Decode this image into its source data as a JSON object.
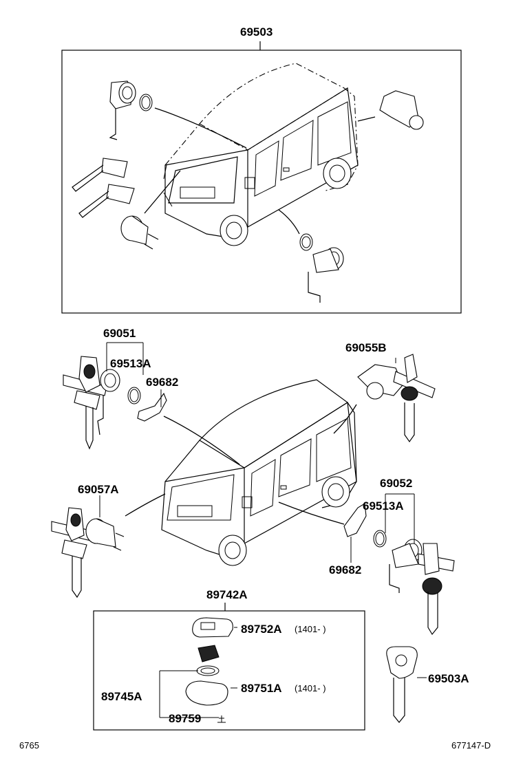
{
  "labels": {
    "p69503": "69503",
    "p69051": "69051",
    "p69513A_top": "69513A",
    "p69682_top": "69682",
    "p69055B": "69055B",
    "p69057A": "69057A",
    "p69052": "69052",
    "p69513A_bottom": "69513A",
    "p69682_bottom": "69682",
    "p89742A": "89742A",
    "p89752A": "89752A",
    "p89752A_note": "(1401-      )",
    "p89745A": "89745A",
    "p89751A": "89751A",
    "p89751A_note": "(1401-      )",
    "p89759": "89759",
    "p69503A": "69503A"
  },
  "footer": {
    "left_code": "6765",
    "right_code": "677147-D"
  }
}
